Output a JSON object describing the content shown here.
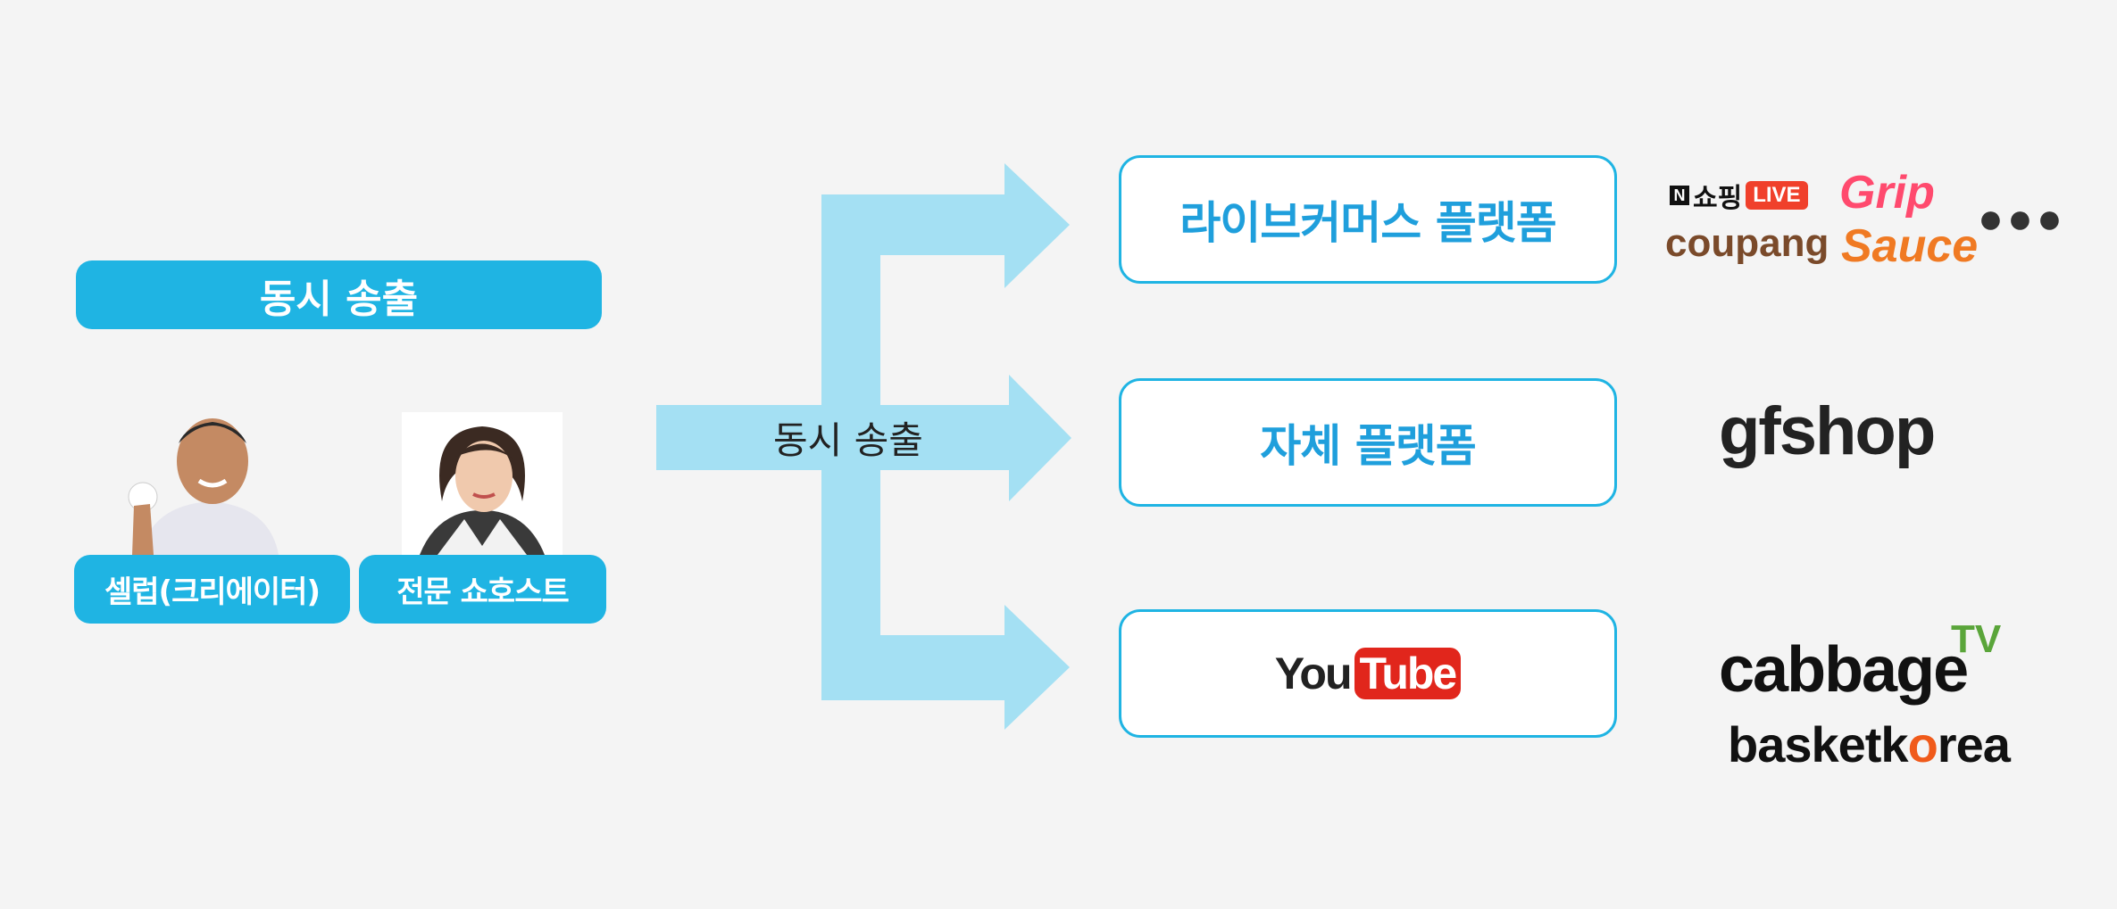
{
  "left": {
    "main_label": "동시 송출",
    "roles": [
      "셀럽(크리에이터)",
      "전문 쇼호스트"
    ]
  },
  "flow": {
    "label": "동시 송출",
    "arrow_color": "#a4e0f3"
  },
  "platforms": [
    {
      "label": "라이브커머스 플랫폼"
    },
    {
      "label": "자체 플랫폼"
    },
    {
      "label": ""
    }
  ],
  "youtube": {
    "you": "You",
    "tube": "Tube"
  },
  "logos": {
    "naver_n": "N",
    "naver_shopping": "쇼핑",
    "naver_live": "LIVE",
    "grip": "Grip",
    "coupang": "coupang",
    "sauce": "Sauce",
    "more": "●●●",
    "gfshop": "gfshop",
    "cabbage": "cabbage",
    "cabbage_tv": "TV",
    "basket_pre": "basketk",
    "basket_o": "o",
    "basket_post": "rea"
  },
  "colors": {
    "accent": "#1fb4e3",
    "platform_text": "#1f9fdc",
    "background": "#f4f4f4"
  }
}
